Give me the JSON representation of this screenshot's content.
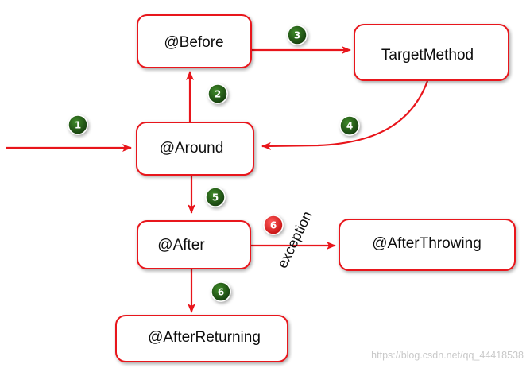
{
  "nodes": {
    "before": "@Before",
    "target_method": "TargetMethod",
    "around": "@Around",
    "after": "@After",
    "after_throwing": "@AfterThrowing",
    "after_returning": "@AfterReturning"
  },
  "edge_labels": {
    "exception": "exception"
  },
  "steps": {
    "step_1": "1",
    "step_2": "2",
    "step_3": "3",
    "step_4": "4",
    "step_5": "5",
    "step_6_throwing": "6",
    "step_6_returning": "6"
  },
  "watermark": "https://blog.csdn.net/qq_44418538",
  "colors": {
    "node_border": "#e8151b",
    "arrow": "#e8151b",
    "badge_normal": "#1d4d12",
    "badge_exception": "#e01616",
    "text": "#111111",
    "watermark": "#c9c9c9"
  }
}
